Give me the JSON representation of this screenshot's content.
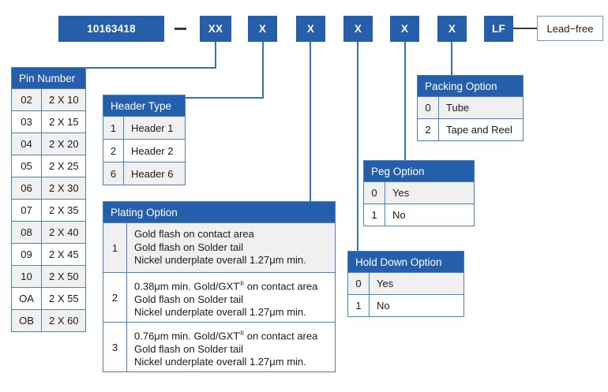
{
  "part_number": {
    "base_code": "10163418",
    "separator": "—",
    "segments": [
      "XX",
      "X",
      "X",
      "X",
      "X",
      "X",
      "LF"
    ],
    "lead_free_callout": "Lead−free"
  },
  "tables": {
    "pin_number": {
      "title": "Pin Number",
      "rows": [
        {
          "code": "02",
          "desc": "2 X 10"
        },
        {
          "code": "03",
          "desc": "2 X 15"
        },
        {
          "code": "04",
          "desc": "2 X 20"
        },
        {
          "code": "05",
          "desc": "2 X 25"
        },
        {
          "code": "06",
          "desc": "2 X 30"
        },
        {
          "code": "07",
          "desc": "2 X 35"
        },
        {
          "code": "08",
          "desc": "2 X 40"
        },
        {
          "code": "09",
          "desc": "2 X 45"
        },
        {
          "code": "10",
          "desc": "2 X 50"
        },
        {
          "code": "OA",
          "desc": "2 X 55"
        },
        {
          "code": "OB",
          "desc": "2 X 60"
        }
      ]
    },
    "header_type": {
      "title": "Header Type",
      "rows": [
        {
          "code": "1",
          "desc": "Header 1"
        },
        {
          "code": "2",
          "desc": "Header 2"
        },
        {
          "code": "6",
          "desc": "Header 6"
        }
      ]
    },
    "plating_option": {
      "title": "Plating Option",
      "rows": [
        {
          "code": "1",
          "lines": [
            "Gold flash on contact area",
            "Gold flash on Solder tail",
            "Nickel underplate overall 1.27μm min."
          ]
        },
        {
          "code": "2",
          "lines": [
            "0.38μm min. Gold/GXT® on contact area",
            "Gold flash on Solder tail",
            "Nickel underplate overall 1.27μm min."
          ]
        },
        {
          "code": "3",
          "lines": [
            "0.76μm min. Gold/GXT® on contact area",
            "Gold flash on Solder tail",
            "Nickel underplate overall 1.27μm min."
          ]
        }
      ]
    },
    "hold_down_option": {
      "title": "Hold Down Option",
      "rows": [
        {
          "code": "0",
          "desc": "Yes"
        },
        {
          "code": "1",
          "desc": "No"
        }
      ]
    },
    "peg_option": {
      "title": "Peg Option",
      "rows": [
        {
          "code": "0",
          "desc": "Yes"
        },
        {
          "code": "1",
          "desc": "No"
        }
      ]
    },
    "packing_option": {
      "title": "Packing Option",
      "rows": [
        {
          "code": "0",
          "desc": "Tube"
        },
        {
          "code": "2",
          "desc": "Tape and Reel"
        }
      ]
    }
  },
  "colors": {
    "brand_blue": "#255FAC",
    "line_blue": "#3573BE",
    "border_blue": "#4a83c4",
    "row_shade": "#f0f0f0",
    "callout_line": "#3b3b3b"
  }
}
